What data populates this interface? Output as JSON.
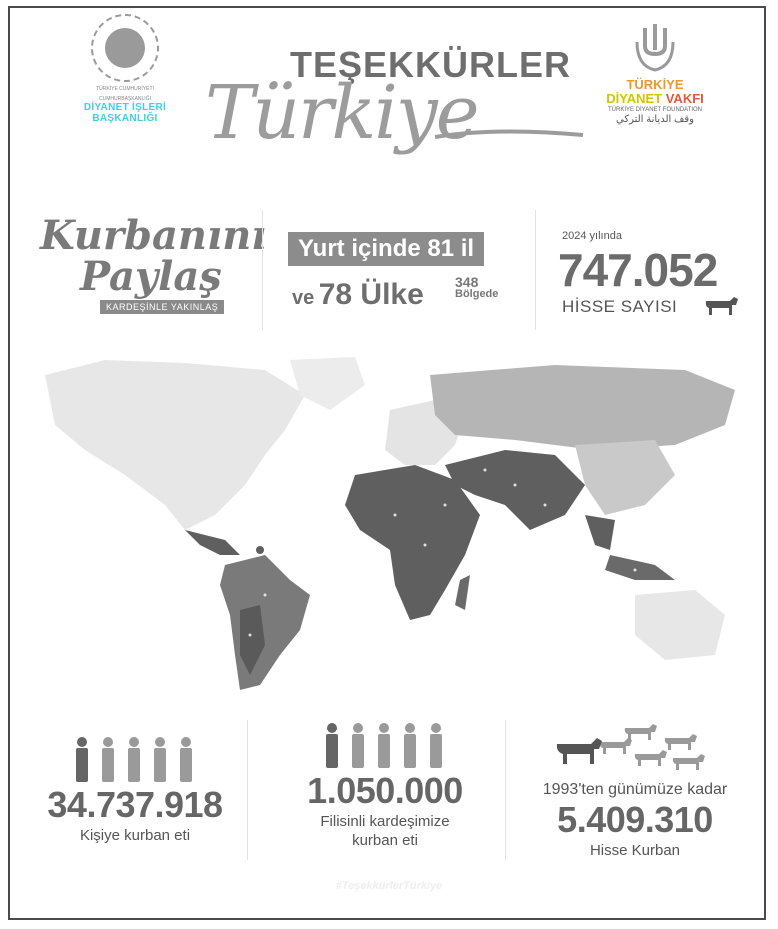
{
  "header": {
    "left_logo": {
      "small_text_1": "TÜRKİYE CUMHURİYETİ",
      "small_text_2": "CUMHURBAŞKANLIĞI",
      "name_line1": "DİYANET İŞLERİ",
      "name_line2": "BAŞKANLIĞI"
    },
    "title_main": "TEŞEKKÜRLER",
    "title_script": "Türkiye",
    "right_logo": {
      "line1": "TÜRKİYE",
      "line2a": "DİYANET",
      "line2b": "VAKFI",
      "small_text": "TÜRKİYE DİYANET FOUNDATION",
      "arabic": "وقف الديانة التركي"
    }
  },
  "campaign": {
    "word1": "Kurbanını",
    "word2": "Paylaş",
    "tagline": "KARDEŞİNLE YAKINLAŞ"
  },
  "reach": {
    "domestic": "Yurt içinde 81 il",
    "ve": "ve",
    "countries": "78 Ülke",
    "regions_num": "348",
    "regions_lbl": "Bölgede"
  },
  "shares": {
    "year_label": "2024 yılında",
    "number": "747.052",
    "label": "HİSSE SAYISI"
  },
  "stats": [
    {
      "number": "34.737.918",
      "label1": "Kişiye kurban eti",
      "label2": ""
    },
    {
      "number": "1.050.000",
      "label1": "Filisinli kardeşimize",
      "label2": "kurban eti"
    },
    {
      "top": "1993'ten günümüze kadar",
      "number": "5.409.310",
      "label1": "Hisse Kurban",
      "label2": ""
    }
  ],
  "hashtag": "#TeşekkürlerTürkiye",
  "colors": {
    "gray_dark": "#6b6b6b",
    "map_highlight": "#5f5f5f",
    "map_base": "#e6e6e6",
    "accent_blue": "#3bd1e6",
    "accent_orange": "#e99a2c",
    "accent_yellow": "#d4c400"
  },
  "icons": [
    "person-icon",
    "cow-icon",
    "crescent-seal-icon",
    "tdv-logo-icon"
  ]
}
